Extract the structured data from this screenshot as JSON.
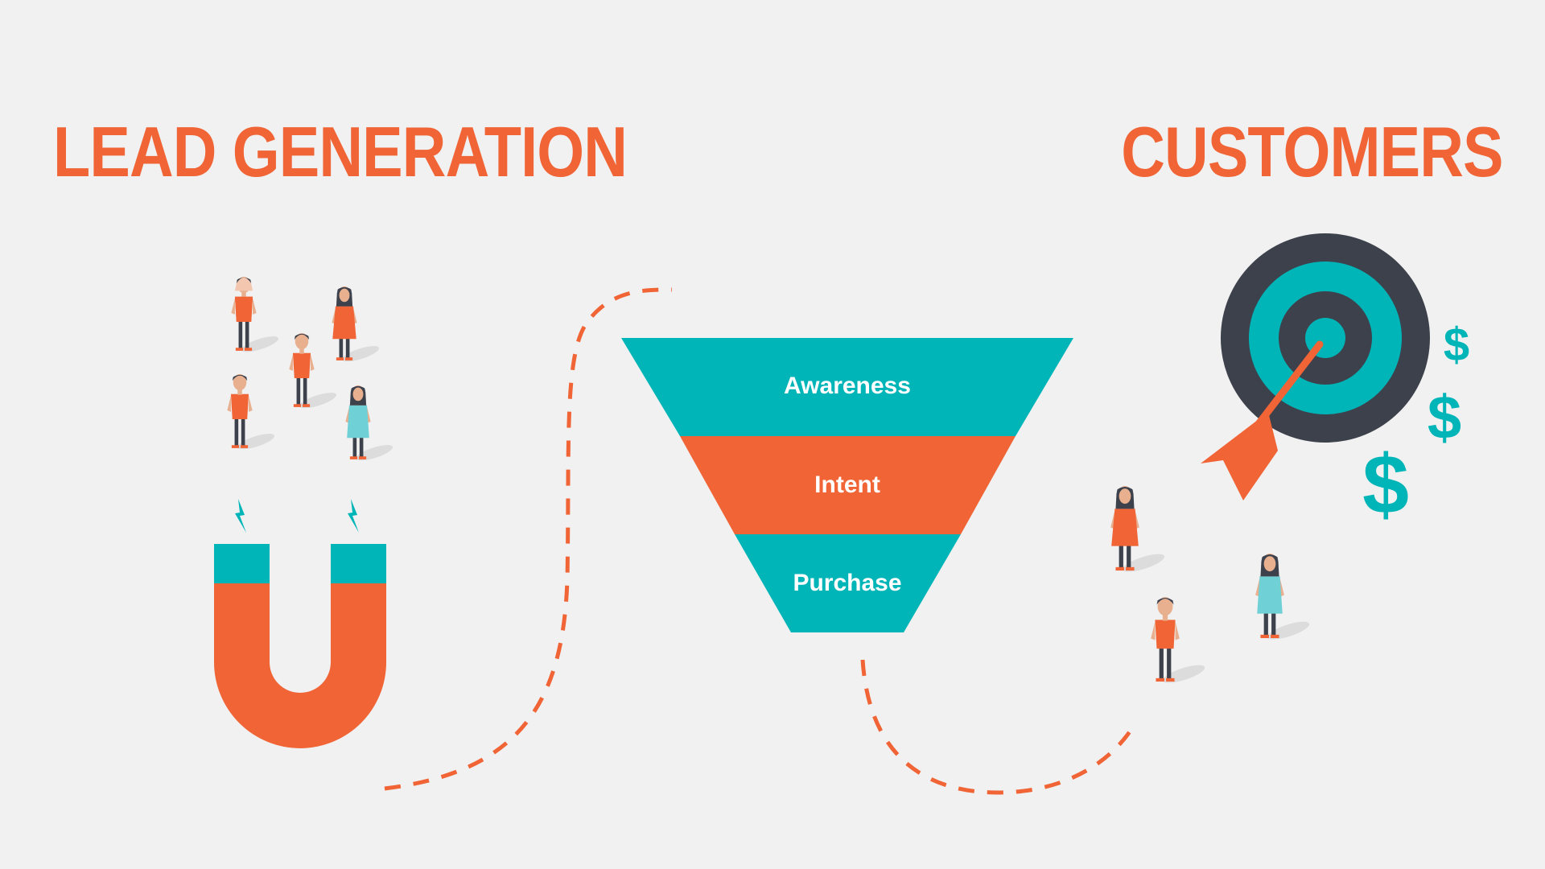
{
  "headline_left": "LEAD GENERATION",
  "headline_right": "CUSTOMERS",
  "funnel": {
    "stages": [
      {
        "label": "Awareness",
        "color": "#00b5b8"
      },
      {
        "label": "Intent",
        "color": "#f06436"
      },
      {
        "label": "Purchase",
        "color": "#00b5b8"
      }
    ]
  },
  "dollar_sign": "$",
  "colors": {
    "background": "#f1f1f1",
    "orange": "#f06436",
    "teal": "#00b5b8",
    "dark": "#3c414c",
    "light_blue": "#6fd0d6",
    "shadow": "#dcdcdc"
  },
  "icons": [
    "magnet-icon",
    "target-icon",
    "dart-icon",
    "dollar-icon",
    "person-icon",
    "funnel-icon"
  ]
}
